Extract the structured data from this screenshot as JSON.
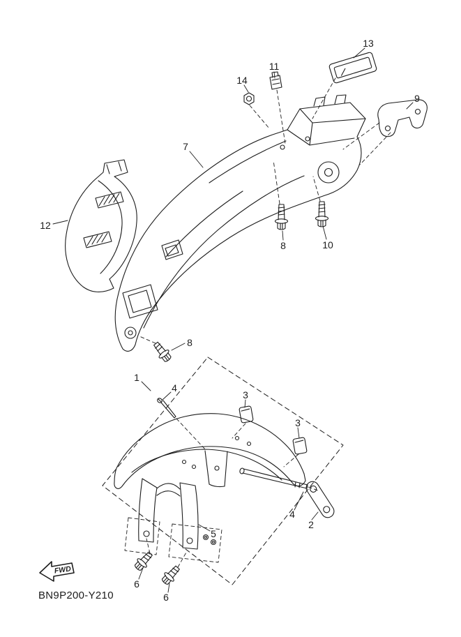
{
  "page": {
    "background_color": "#ffffff",
    "line_color": "#1c1c1c"
  },
  "diagram": {
    "part_code": "BN9P200-Y210",
    "fwd_label": "FWD",
    "callouts": [
      {
        "ref": "13"
      },
      {
        "ref": "14"
      },
      {
        "ref": "11"
      },
      {
        "ref": "9"
      },
      {
        "ref": "7"
      },
      {
        "ref": "12"
      },
      {
        "ref": "8"
      },
      {
        "ref": "10"
      },
      {
        "ref": "8"
      },
      {
        "ref": "1"
      },
      {
        "ref": "4"
      },
      {
        "ref": "3"
      },
      {
        "ref": "3"
      },
      {
        "ref": "4"
      },
      {
        "ref": "2"
      },
      {
        "ref": "5"
      },
      {
        "ref": "6"
      },
      {
        "ref": "6"
      }
    ]
  }
}
